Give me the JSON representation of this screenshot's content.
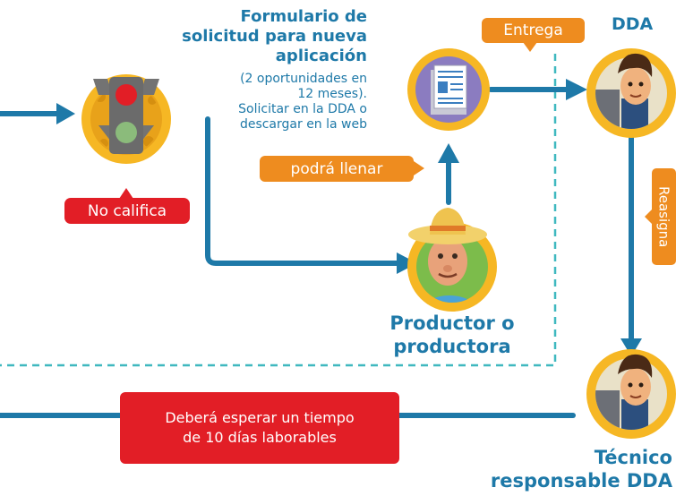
{
  "colors": {
    "blue": "#1e79a8",
    "orange": "#ee8c1f",
    "red": "#e21e26",
    "gold": "#f6b724",
    "dash": "#3fb8bf"
  },
  "nodes": {
    "form_title": [
      "Formulario de",
      "solicitud para nueva",
      "aplicación"
    ],
    "form_note": [
      "(2 oportunidades en",
      "12 meses).",
      "Solicitar en la DDA o",
      "descargar en la web"
    ],
    "dda_label": "DDA",
    "producer_label": [
      "Productor o",
      "productora"
    ],
    "tecnico_label": [
      "Técnico",
      "responsable DDA"
    ]
  },
  "labels": {
    "entrega": "Entrega",
    "podra_llenar": "podrá llenar",
    "no_califica": "No califica",
    "reasigna": "Reasigna",
    "wait_box": [
      "Deberá esperar un tiempo",
      "de 10 días laborables"
    ]
  },
  "icons": [
    "traffic-light-icon",
    "form-document-icon",
    "farmer-icon",
    "dda-officer-icon",
    "technician-icon"
  ]
}
